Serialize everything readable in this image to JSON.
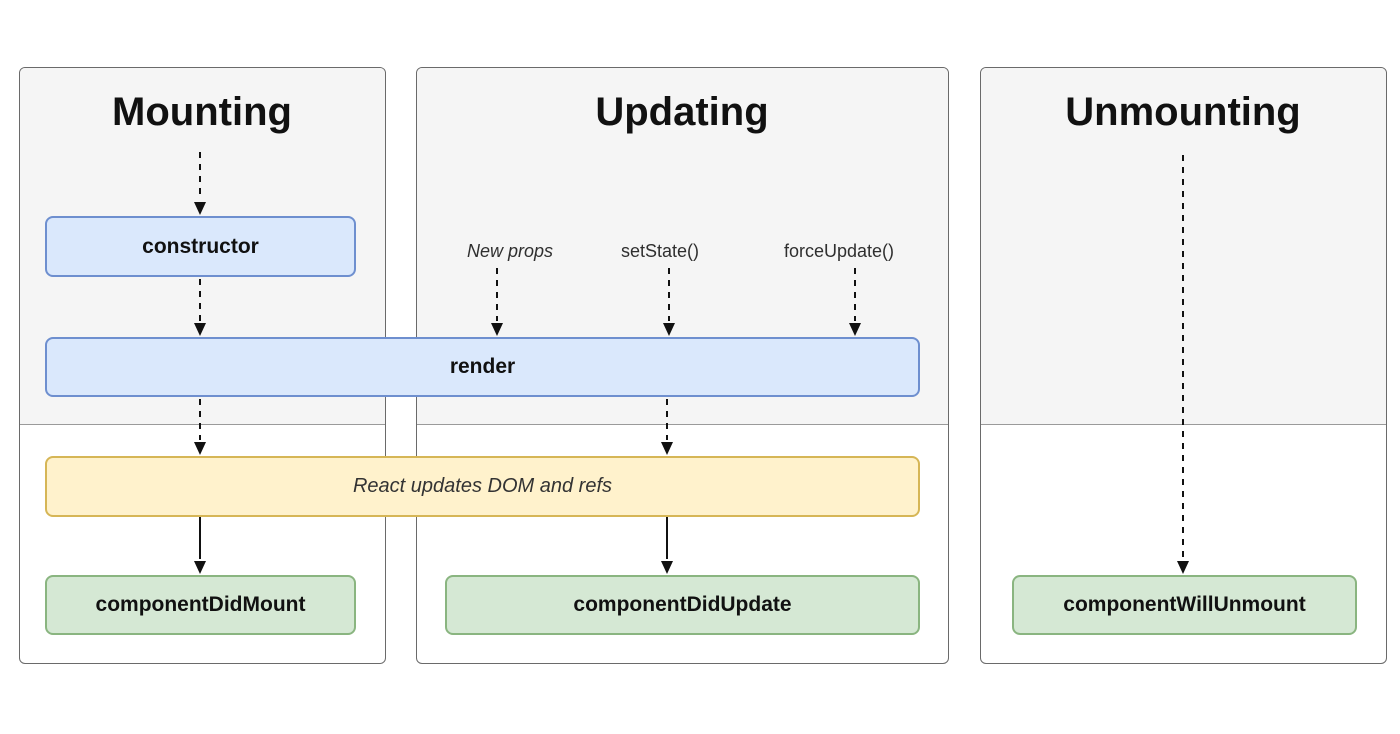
{
  "columns": {
    "mounting": {
      "title": "Mounting"
    },
    "updating": {
      "title": "Updating",
      "triggers": {
        "new_props": "New props",
        "set_state": "setState()",
        "force_update": "forceUpdate()"
      }
    },
    "unmounting": {
      "title": "Unmounting"
    }
  },
  "boxes": {
    "constructor": {
      "label": "constructor"
    },
    "render": {
      "label": "render"
    },
    "react_updates_dom": {
      "label": "React updates DOM and refs"
    },
    "component_did_mount": {
      "label": "componentDidMount"
    },
    "component_did_update": {
      "label": "componentDidUpdate"
    },
    "component_will_unmount": {
      "label": "componentWillUnmount"
    }
  },
  "colors": {
    "method_box_fill": "#dae8fc",
    "method_box_border": "#6e8fcf",
    "annotation_box_fill": "#fff2cc",
    "annotation_box_border": "#d6b656",
    "commit_box_fill": "#d5e8d4",
    "commit_box_border": "#8ab580",
    "panel_fill": "#f5f5f5",
    "panel_border": "#6a6a6a",
    "arrow": "#111111"
  }
}
